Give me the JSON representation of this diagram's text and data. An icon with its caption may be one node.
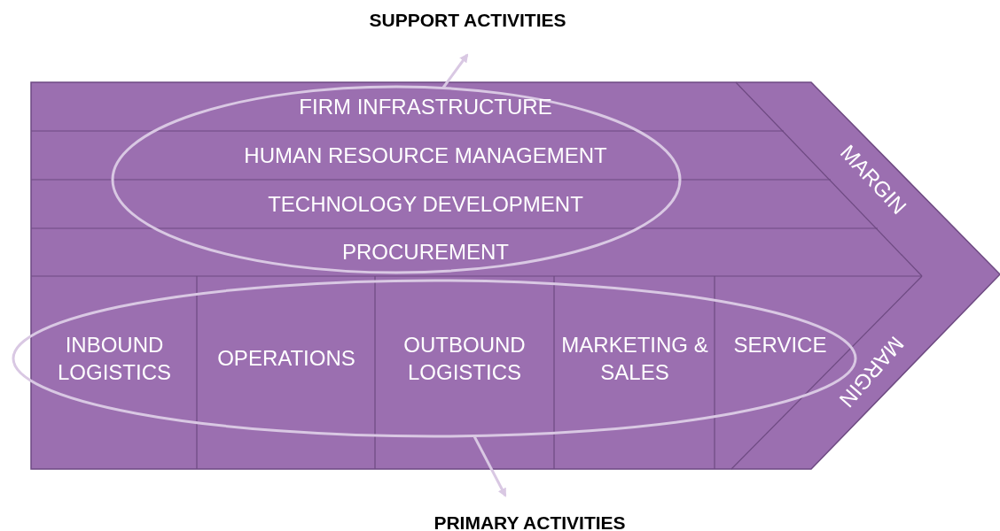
{
  "diagram": {
    "nodes": [
      {
        "text": [],
        "shape": "ellipse"
      },
      {
        "text": [
          "FIRM INFRASTRUCTURE"
        ],
        "in": 0
      },
      {
        "text": [
          "HUMAN RESOURCE MANAGEMENT"
        ],
        "in": 0
      },
      {
        "text": [
          "TECHNOLOGY DEVELOPMENT"
        ],
        "in": 0
      },
      {
        "text": [
          "PROCUREMENT"
        ],
        "in": 0
      },
      {
        "text": [],
        "shape": "ellipse"
      },
      {
        "text": [
          "INBOUND LOGISTICS"
        ],
        "in": 5
      },
      {
        "text": [
          "OPERATIONS"
        ],
        "in": 5
      },
      {
        "text": [
          "OUTBOUND LOGISTICS"
        ],
        "in": 5
      },
      {
        "text": [
          "MARKETING & SALES"
        ],
        "in": 5
      },
      {
        "text": [
          "SERVICE"
        ],
        "in": 5
      },
      {
        "text": [
          "MARGIN"
        ]
      },
      {
        "text": [
          "MARGIN"
        ]
      },
      {
        "text": [
          "SUPPORT ACTIVITIES"
        ]
      },
      {
        "text": [
          "PRIMARY ACTIVITIES"
        ]
      }
    ],
    "edges": [
      {
        "from": 0,
        "to": 13,
        "arrow": "to"
      },
      {
        "from": 5,
        "to": 14,
        "arrow": "to"
      }
    ]
  }
}
